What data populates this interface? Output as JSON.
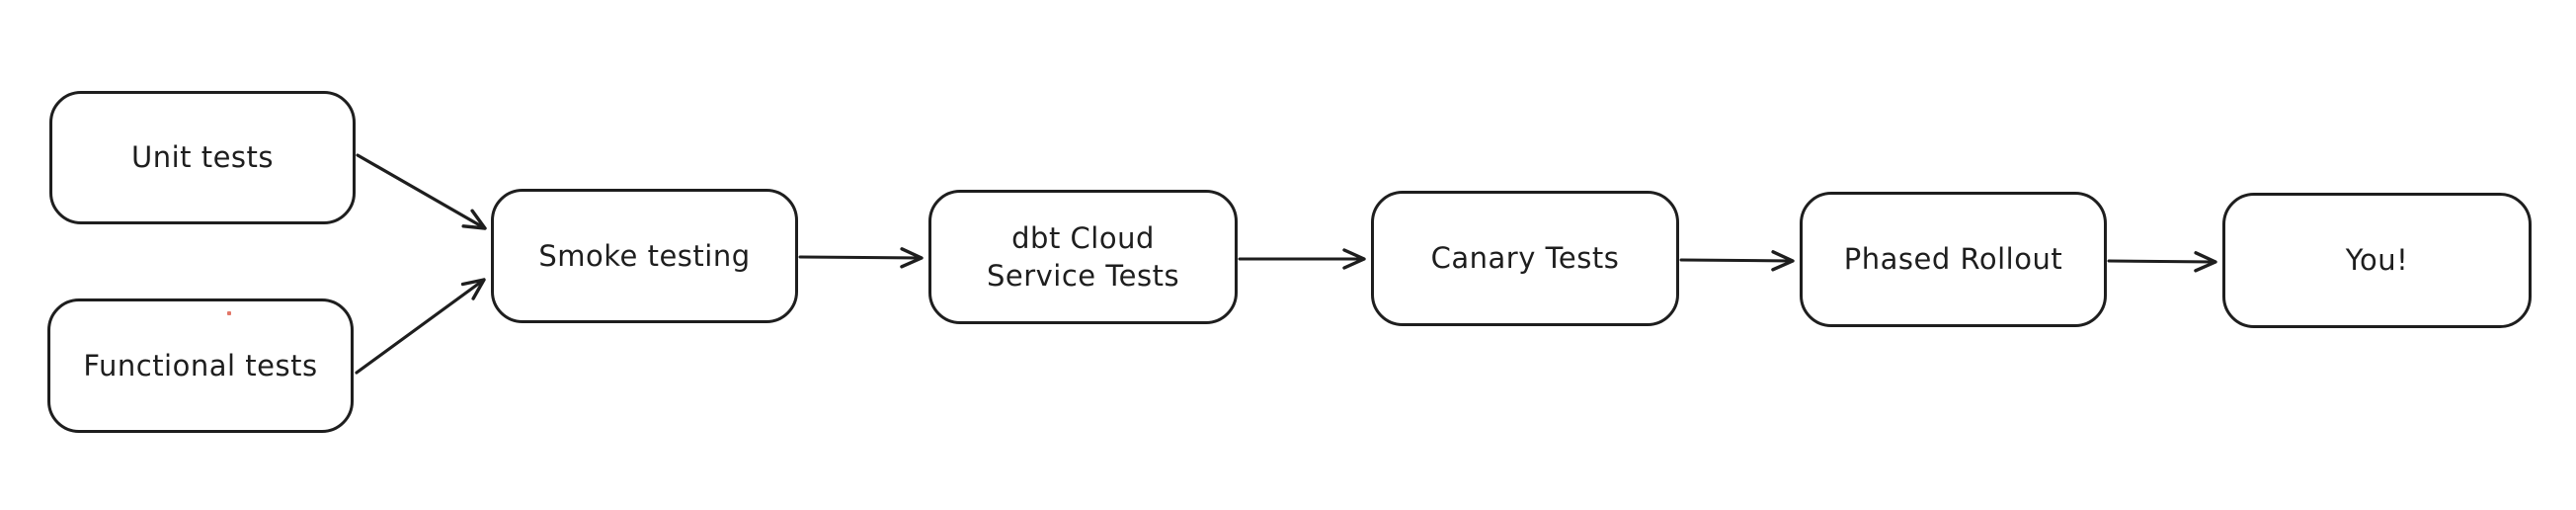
{
  "diagram": {
    "type": "flowchart",
    "background_color": "#ffffff",
    "stroke_color": "#1e1e1e",
    "node_fill_color": "#ffffff",
    "artifact_dot_color": "#dd5f4f",
    "nodes": [
      {
        "id": "unit-tests",
        "lines": [
          "Unit tests"
        ]
      },
      {
        "id": "functional-tests",
        "lines": [
          "Functional tests"
        ]
      },
      {
        "id": "smoke-testing",
        "lines": [
          "Smoke testing"
        ]
      },
      {
        "id": "dbt-cloud-service-tests",
        "lines": [
          "dbt Cloud",
          "Service Tests"
        ]
      },
      {
        "id": "canary-tests",
        "lines": [
          "Canary Tests"
        ]
      },
      {
        "id": "phased-rollout",
        "lines": [
          "Phased Rollout"
        ]
      },
      {
        "id": "you",
        "lines": [
          "You!"
        ]
      }
    ],
    "edges": [
      {
        "from": "unit-tests",
        "to": "smoke-testing"
      },
      {
        "from": "functional-tests",
        "to": "smoke-testing"
      },
      {
        "from": "smoke-testing",
        "to": "dbt-cloud-service-tests"
      },
      {
        "from": "dbt-cloud-service-tests",
        "to": "canary-tests"
      },
      {
        "from": "canary-tests",
        "to": "phased-rollout"
      },
      {
        "from": "phased-rollout",
        "to": "you"
      }
    ]
  }
}
